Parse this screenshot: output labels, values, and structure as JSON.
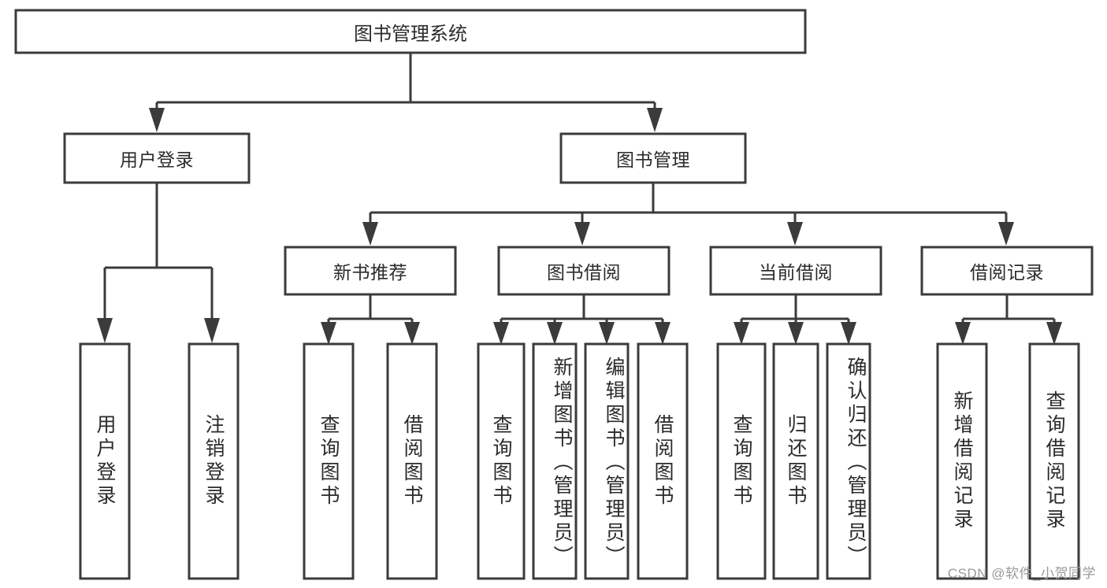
{
  "diagram": {
    "type": "tree-hierarchy",
    "title_node": "图书管理系统",
    "watermark": "CSDN @软件_小贺同学",
    "colors": {
      "box_stroke": "#3b3b3b",
      "box_fill": "#ffffff",
      "text": "#2b2b2b",
      "background": "#ffffff",
      "watermark": "#9a9a9a"
    },
    "nodes": {
      "root": {
        "label": "图书管理系统",
        "level": 1
      },
      "l2": [
        {
          "id": "user-login",
          "label": "用户登录",
          "level": 2
        },
        {
          "id": "book-manage",
          "label": "图书管理",
          "level": 2
        }
      ],
      "l3": [
        {
          "id": "new-book-recommend",
          "label": "新书推荐",
          "level": 3,
          "parent": "book-manage"
        },
        {
          "id": "book-borrow",
          "label": "图书借阅",
          "level": 3,
          "parent": "book-manage"
        },
        {
          "id": "current-borrow",
          "label": "当前借阅",
          "level": 3,
          "parent": "book-manage"
        },
        {
          "id": "borrow-record",
          "label": "借阅记录",
          "level": 3,
          "parent": "book-manage"
        }
      ],
      "leaves": [
        {
          "id": "leaf-user-login",
          "label": "用户登录",
          "parent": "user-login"
        },
        {
          "id": "leaf-user-logout",
          "label": "注销登录",
          "parent": "user-login"
        },
        {
          "id": "leaf-query-book-1",
          "label": "查询图书",
          "parent": "new-book-recommend"
        },
        {
          "id": "leaf-borrow-book-1",
          "label": "借阅图书",
          "parent": "new-book-recommend"
        },
        {
          "id": "leaf-query-book-2",
          "label": "查询图书",
          "parent": "book-borrow"
        },
        {
          "id": "leaf-add-book",
          "label": "新增图书（管理员）",
          "parent": "book-borrow"
        },
        {
          "id": "leaf-edit-book",
          "label": "编辑图书（管理员）",
          "parent": "book-borrow"
        },
        {
          "id": "leaf-borrow-book-2",
          "label": "借阅图书",
          "parent": "book-borrow"
        },
        {
          "id": "leaf-query-book-3",
          "label": "查询图书",
          "parent": "current-borrow"
        },
        {
          "id": "leaf-return-book",
          "label": "归还图书",
          "parent": "current-borrow"
        },
        {
          "id": "leaf-confirm-return",
          "label": "确认归还（管理员）",
          "parent": "current-borrow"
        },
        {
          "id": "leaf-add-record",
          "label": "新增借阅记录",
          "parent": "borrow-record"
        },
        {
          "id": "leaf-query-record",
          "label": "查询借阅记录",
          "parent": "borrow-record"
        }
      ]
    }
  }
}
